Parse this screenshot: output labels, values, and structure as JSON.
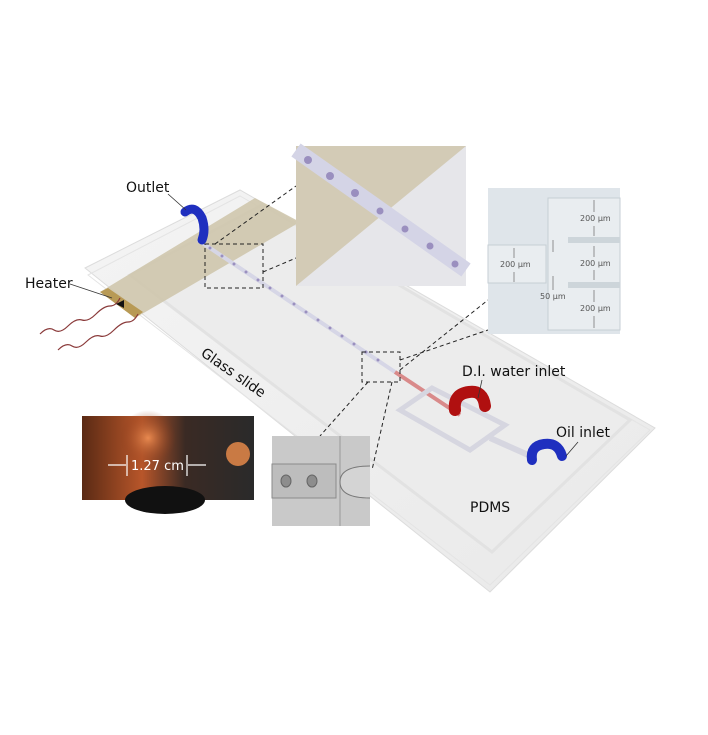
{
  "diagram": {
    "type": "microfluidic-device-schematic",
    "labels": {
      "outlet": "Outlet",
      "heater": "Heater",
      "glass_slide": "Glass slide",
      "di_water_inlet": "D.I. water inlet",
      "oil_inlet": "Oil inlet",
      "pdms": "PDMS"
    },
    "dimension_inset": {
      "channel_width_left": "200 µm",
      "gap": "50 µm",
      "right_top": "200 µm",
      "right_middle": "200 µm",
      "right_bottom": "200 µm"
    },
    "photo_inset": {
      "scale_label": "1.27 cm"
    },
    "colors": {
      "heater_band": "#cfc6ad",
      "outlet_tube": "#1f2fbf",
      "water_tube": "#b01010",
      "oil_tube": "#1f2fbf",
      "droplet": "#9a8fbf",
      "channel": "#d8d8e8",
      "slide": "#efefef"
    }
  }
}
